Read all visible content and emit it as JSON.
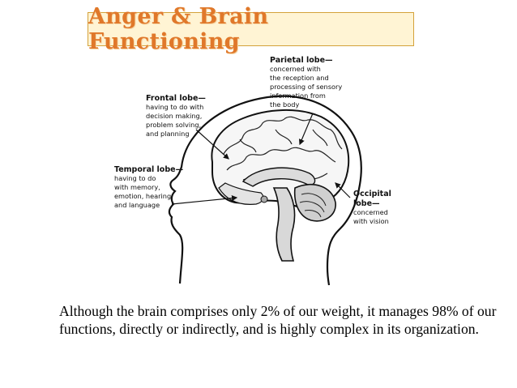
{
  "title": "Anger & Brain Functioning",
  "labels": {
    "parietal": {
      "name": "Parietal lobe—",
      "lines": [
        "concerned with",
        "the reception and",
        "processing of sensory",
        "information from",
        "the body"
      ]
    },
    "frontal": {
      "name": "Frontal lobe—",
      "lines": [
        "having to do with",
        "decision making,",
        "problem solving,",
        "and planning"
      ]
    },
    "temporal": {
      "name": "Temporal lobe—",
      "lines": [
        "having to do",
        "with memory,",
        "emotion, hearing,",
        "and language"
      ]
    },
    "occipital": {
      "name_line1": "Occipital",
      "name_line2": "lobe—",
      "lines": [
        "concerned",
        "with vision"
      ]
    }
  },
  "caption": "Although the brain comprises only 2% of our weight, it manages 98% of our functions, directly or indirectly, and is highly complex in its organization.",
  "colors": {
    "title_text": "#e0782a",
    "title_bg": "#fff4d4",
    "title_border": "#d4a23a"
  }
}
